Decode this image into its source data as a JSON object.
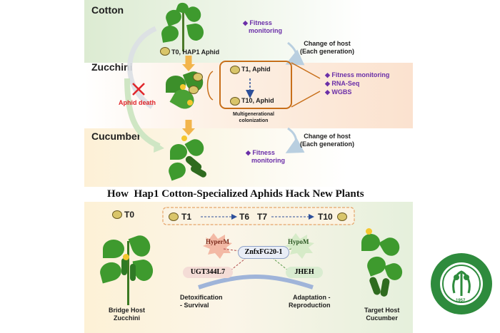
{
  "top": {
    "cotton_label": "Cotton",
    "zucchini_label": "Zucchini",
    "cucumber_label": "Cucumber",
    "t0_label": "T0, HAP1 Aphid",
    "fitness1": [
      "Fitness",
      "monitoring"
    ],
    "change_host1": [
      "Change of host",
      "(Each generation)"
    ],
    "aphid_death": "Aphid death",
    "t1_label": "T1, Aphid",
    "t10_label": "T10, Aphid",
    "multigen": [
      "Multigenerational",
      "colonization"
    ],
    "analyses": [
      "Fitness monitoring",
      "RNA-Seq",
      "WGBS"
    ],
    "change_host2": [
      "Change of host",
      "(Each generation)"
    ],
    "fitness2": [
      "Fitness",
      "monitoring"
    ]
  },
  "title": "How  Hap1 Cotton-Specialized Aphids Hack New Plants",
  "bottom": {
    "t0": "T0",
    "timeline": [
      "T1",
      "T6",
      "T7",
      "T10"
    ],
    "hyperm": "HyperM",
    "hypom": "HypoM",
    "znf": "ZnfxFG20-1",
    "ugt": "UGT344L7",
    "jheh": "JHEH",
    "detox": [
      "Detoxification",
      "- Survival"
    ],
    "adapt": [
      "Adaptation -",
      "Reproduction"
    ],
    "bridge": [
      "Bridge Host",
      "Zucchini"
    ],
    "target": [
      "Target Host",
      "Cucumber"
    ]
  },
  "logo": {
    "year": "1957"
  },
  "colors": {
    "purple": "#6b2fa8",
    "red": "#e0262b",
    "arrow_blue": "#2d4f9a"
  }
}
